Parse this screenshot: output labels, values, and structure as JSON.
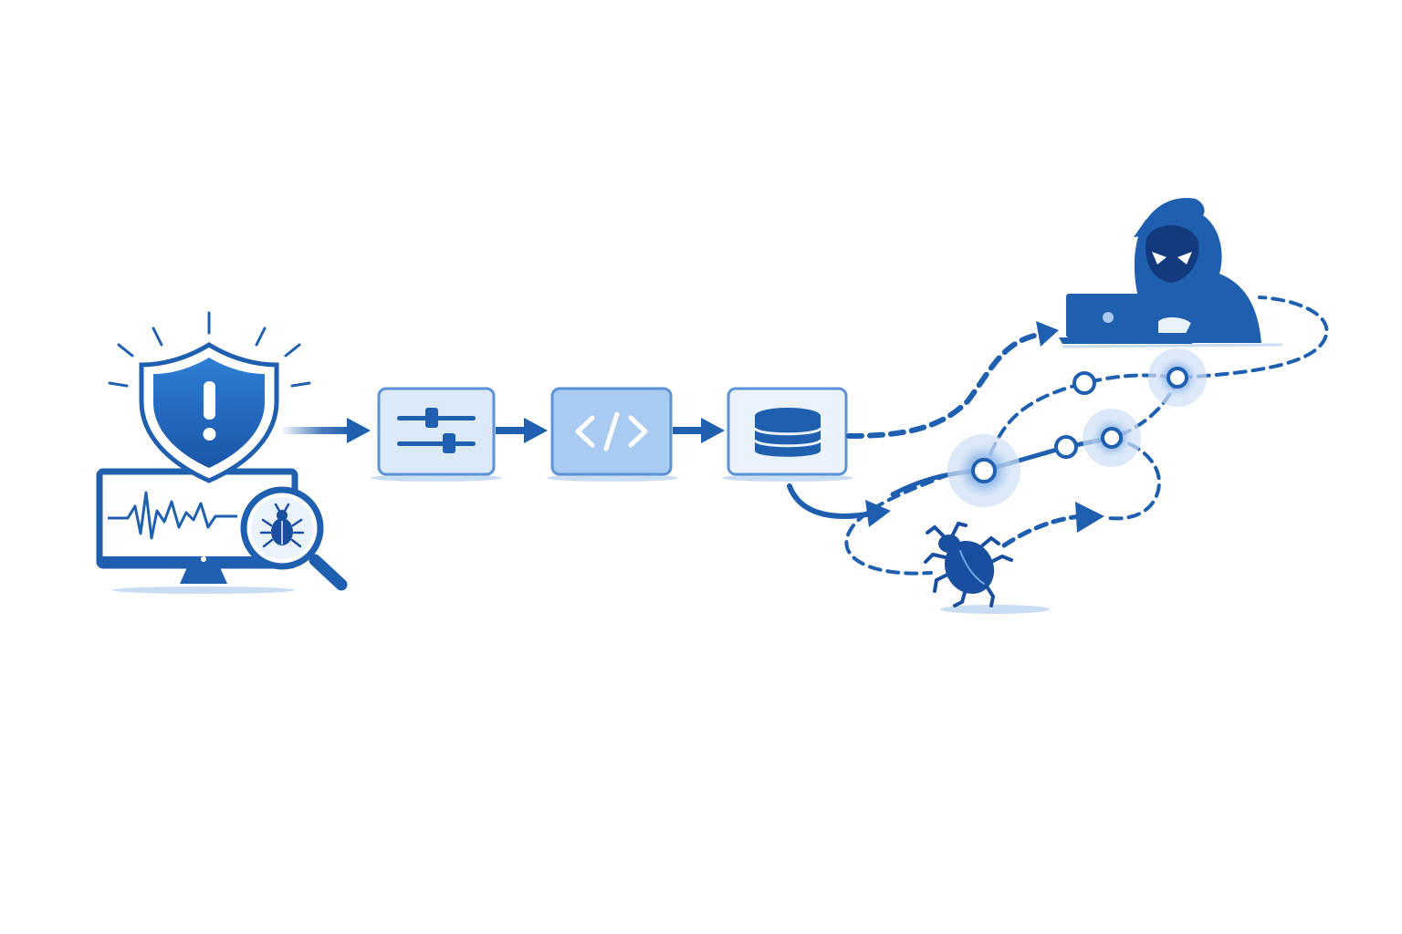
{
  "colors": {
    "primary": "#1f5fb0",
    "dark": "#173f8f",
    "mid": "#2f78cf",
    "light_fill": "#dbe9f9",
    "pale_fill": "#eaf2fc",
    "code_fill": "#a9cbf2",
    "glow": "#6fa3e3",
    "shadow": "#c9ddf2"
  },
  "nodes": [
    {
      "id": "alert-monitor",
      "icon": "shield-alert-monitor-icon"
    },
    {
      "id": "config",
      "icon": "sliders-icon"
    },
    {
      "id": "code",
      "icon": "code-icon",
      "text": "</>"
    },
    {
      "id": "database",
      "icon": "database-icon"
    },
    {
      "id": "attacker",
      "icon": "hooded-hacker-icon"
    },
    {
      "id": "bug",
      "icon": "bug-icon"
    }
  ]
}
